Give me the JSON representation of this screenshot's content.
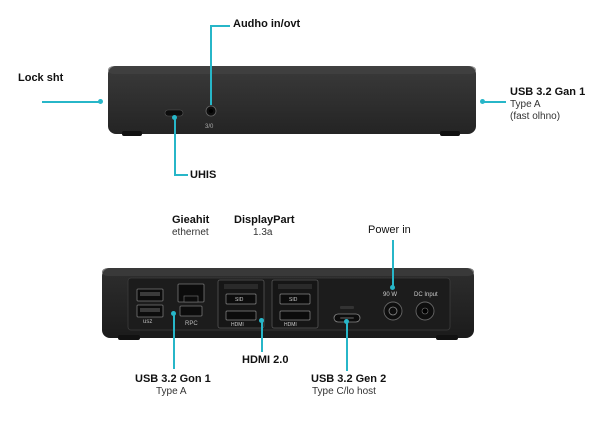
{
  "callouts": {
    "audio": {
      "title": "Audho in/ovt"
    },
    "lock": {
      "title": "Lock sht"
    },
    "usb_front": {
      "title": "USB 3.2 Gan 1",
      "line1": "Type A",
      "line2": "(fast olhno)"
    },
    "usb_mid": {
      "title": "UHIS"
    },
    "ethernet": {
      "title": "Gieahit",
      "sub": "ethernet"
    },
    "displayport": {
      "title": "DisplayPart",
      "sub": "1.3a"
    },
    "power": {
      "title": "Power in"
    },
    "hdmi": {
      "title": "HDMI 2.0"
    },
    "usb_rear_a": {
      "title": "USB 3.2 Gon 1",
      "sub": "Type A"
    },
    "usb_rear_c": {
      "title": "USB 3.2 Gen 2",
      "sub": "Type C/lo host"
    }
  },
  "device_markings": {
    "audio_jack": "3/0",
    "usb_port_a": "usz",
    "usb_port_b": "RPC",
    "hdmi_top_1": "SID",
    "hdmi_top_2": "SID",
    "hdmi_label_1": "HDMI",
    "hdmi_label_2": "HDMI",
    "power_label": "90 W",
    "dc_label": "DC Input"
  },
  "colors": {
    "accent": "#27b6c8",
    "device_body": "#2b2b2b",
    "device_dark": "#1a1a1a",
    "background": "#ffffff"
  },
  "icons": [
    "lock-slot-icon",
    "audio-jack-icon",
    "ethernet-port-icon",
    "usb-a-port-icon",
    "hdmi-port-icon",
    "usb-c-port-icon",
    "power-button-icon",
    "dc-jack-icon"
  ]
}
